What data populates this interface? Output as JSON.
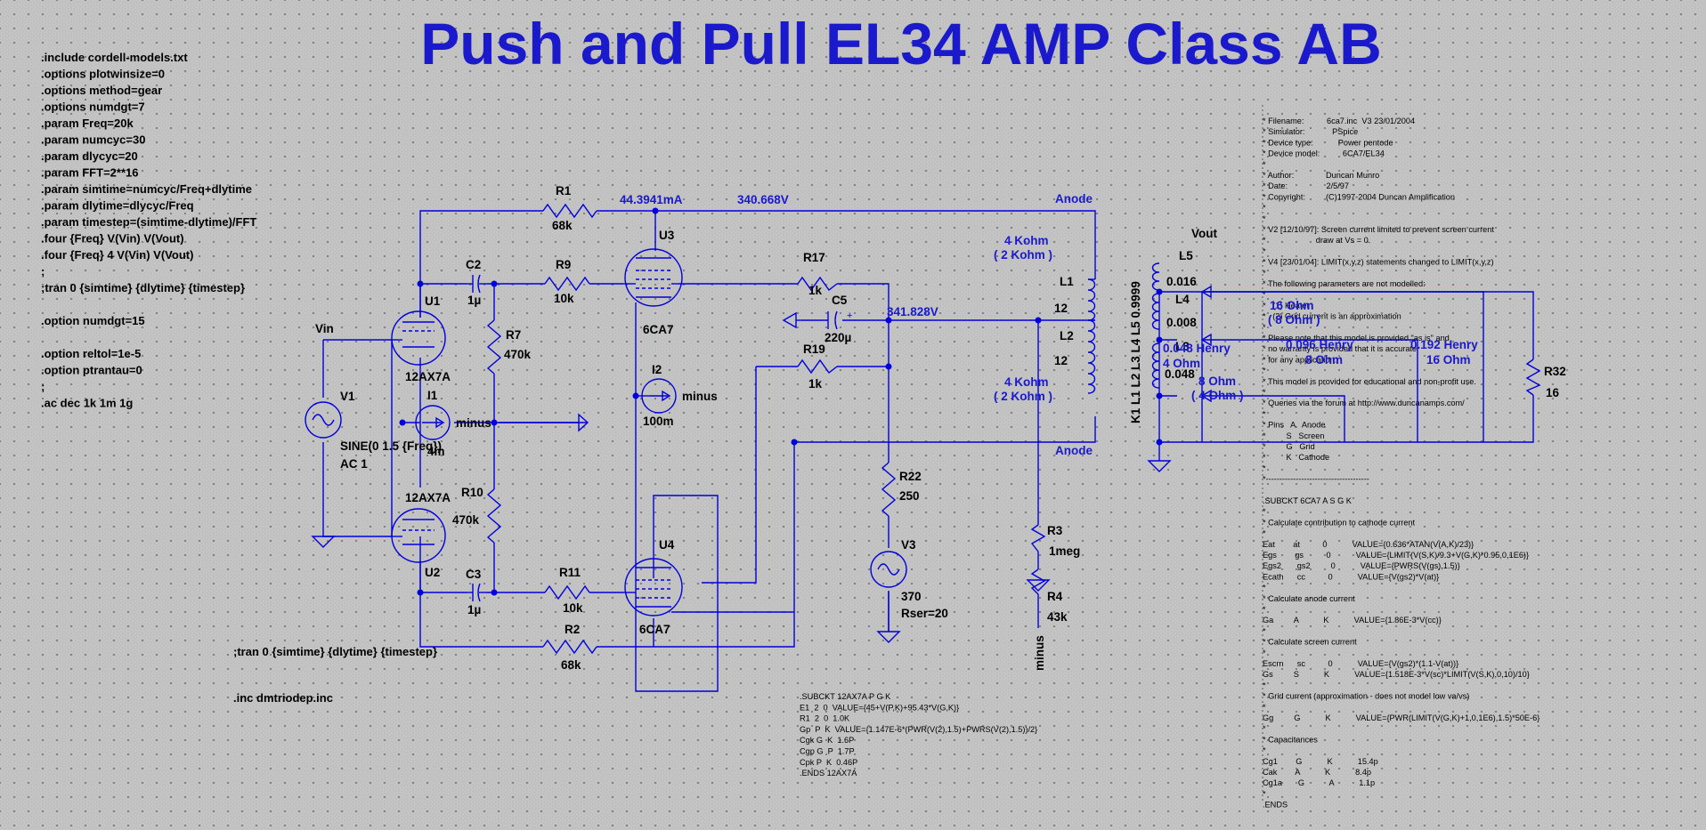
{
  "title": "Push and Pull EL34 AMP Class AB",
  "colors": {
    "background": "#c2c2c2",
    "wire": "#0000dd",
    "title": "#1a1acc",
    "text": "#000000"
  },
  "spice_directives": [
    ".include cordell-models.txt",
    ".options plotwinsize=0",
    ".options method=gear",
    ".options numdgt=7",
    ".param Freq=20k",
    ".param numcyc=30",
    ".param dlycyc=20",
    ".param FFT=2**16",
    ".param simtime=numcyc/Freq+dlytime",
    ".param dlytime=dlycyc/Freq",
    ".param timestep=(simtime-dlytime)/FFT",
    ".four {Freq} V(Vin) V(Vout)",
    ".four {Freq} 4 V(Vin) V(Vout)",
    ";",
    ";tran 0 {simtime} {dlytime} {timestep}",
    "",
    ".option numdgt=15",
    "",
    ".option reltol=1e-5",
    ".option ptrantau=0",
    ";",
    ".ac dec 1k 1m 1g"
  ],
  "directive_tran": ";tran 0 {simtime} {dlytime} {timestep}",
  "directive_inc": ".inc dmtriodep.inc",
  "labels": {
    "vin": "Vin",
    "vout": "Vout",
    "anode_top": "Anode",
    "anode_bottom": "Anode",
    "minus_i1": "minus",
    "minus_i2": "minus",
    "minus_r4": "minus",
    "coupling": "K1 L1 L2 L3 L4 L5 0.9999"
  },
  "net_labels": {
    "current": "44.3941mA",
    "v_anode": "340.668V",
    "v_screen": "341.828V"
  },
  "components": {
    "r1": {
      "name": "R1",
      "value": "68k"
    },
    "r2": {
      "name": "R2",
      "value": "68k"
    },
    "r3": {
      "name": "R3",
      "value": "1meg"
    },
    "r4": {
      "name": "R4",
      "value": "43k"
    },
    "r7": {
      "name": "R7",
      "value": "470k"
    },
    "r9": {
      "name": "R9",
      "value": "10k"
    },
    "r10": {
      "name": "R10",
      "value": "470k"
    },
    "r11": {
      "name": "R11",
      "value": "10k"
    },
    "r17": {
      "name": "R17",
      "value": "1k"
    },
    "r19": {
      "name": "R19",
      "value": "1k"
    },
    "r22": {
      "name": "R22",
      "value": "250"
    },
    "r32": {
      "name": "R32",
      "value": "16"
    },
    "c2": {
      "name": "C2",
      "value": "1µ"
    },
    "c3": {
      "name": "C3",
      "value": "1µ"
    },
    "c5": {
      "name": "C5",
      "value": "220µ"
    },
    "u1": {
      "name": "U1",
      "value": "12AX7A"
    },
    "u2": {
      "name": "U2",
      "value": "12AX7A"
    },
    "u3": {
      "name": "U3",
      "value": "6CA7"
    },
    "u4": {
      "name": "U4",
      "value": "6CA7"
    },
    "v1": {
      "name": "V1",
      "value": "SINE(0 1.5 {Freq})",
      "value2": "AC 1"
    },
    "v3": {
      "name": "V3",
      "value": "370",
      "value2": "Rser=20"
    },
    "i1": {
      "name": "I1",
      "value": "4m"
    },
    "i2": {
      "name": "I2",
      "value": "100m"
    },
    "l1": {
      "name": "L1",
      "value": "12"
    },
    "l2": {
      "name": "L2",
      "value": "12"
    },
    "l3": {
      "name": "L3",
      "value": "0.048"
    },
    "l4": {
      "name": "L4",
      "value": "0.008"
    },
    "l5": {
      "name": "L5",
      "value": "0.016"
    }
  },
  "annotations": {
    "kohm4_top": "4 Kohm",
    "kohm2_top": "( 2 Kohm )",
    "kohm4_bot": "4 Kohm",
    "kohm2_bot": "( 2 Kohm )",
    "ohm16": "16 Ohm",
    "ohm8_paren": "( 8 Ohm )",
    "henry_048": "0.048 Henry",
    "ohm4": "4 Ohm",
    "henry_096": "0.096 Henry",
    "ohm8": "8 Ohm",
    "henry_192": "0.192 Henry",
    "ohm16_b": "16 Ohm",
    "ohm8_c": "8 Ohm",
    "ohm4_paren": "( 4 Ohm )"
  },
  "model_6ca7": [
    "* Filename:          6ca7.inc  V3 23/01/2004",
    "* Simulator:            PSpice",
    "* Device type:           Power pentode",
    "* Device model:          6CA7/EL34",
    "*",
    "* Author:              Duncan Munro",
    "* Date:                 2/5/97",
    "* Copyright:         (C)1997-2004 Duncan Amplification",
    "*",
    "*",
    "* V2 [12/10/97]: Screen current limited to prevent screen current",
    "*                      draw at Vs = 0.",
    "*",
    "* V4 [23/01/04]: LIMIT(x,y,z) statements changed to LIMIT(x,y,z)",
    "*",
    "* The following parameters are not modelled:",
    "*",
    "*   (1) Heater",
    "*   (2) Grid current is an approximation",
    "*",
    "* Please note that this model is provided \"as is\" and",
    "* no warranty is provided that it is accurate",
    "* for any application.",
    "*",
    "* This model is provided for educational and non-profit use.",
    "*",
    "* Queries via the forum at http://www.duncanamps.com/",
    "*",
    "* Pins   A   Anode",
    "*         S   Screen",
    "*         G   Grid",
    "*         K   Cathode",
    "*",
    "*--------------------------------------",
    "",
    ".SUBCKT 6CA7 A S G K",
    "*",
    "* Calculate contribution to cathode current",
    "*",
    "Eat        at          0           VALUE={0.636*ATAN(V(A,K)/23)}",
    "Egs        gs          0           VALUE={LIMIT(V(S,K)/9.3+V(G,K)*0.95,0,1E6)}",
    "Egs2       gs2         0           VALUE={PWRS(V(gs),1.5)}",
    "Ecath      cc          0           VALUE={V(gs2)*V(at)}",
    "*",
    "* Calculate anode current",
    "*",
    "Ga         A           K           VALUE={1.86E-3*V(cc)}",
    "*",
    "* Calculate screen current",
    "*",
    "Escrn      sc          0           VALUE={V(gs2)*(1.1-V(at))}",
    "Gs         S           K           VALUE={1.518E-3*V(sc)*LIMIT(V(S,K),0,10)/10}",
    "*",
    "* Grid current (approximation - does not model low va/vs)",
    "*",
    "Gg         G           K           VALUE={PWR(LIMIT(V(G,K)+1,0,1E6),1.5)*50E-6}",
    "*",
    "* Capacitances",
    "*",
    "Cg1        G           K           15.4p",
    "Cak        A           K           8.4p",
    "Cg1a       G           A           1.1p",
    "*",
    ".ENDS"
  ],
  "model_12ax7": [
    ".SUBCKT 12AX7A P G K",
    "E1  2  0  VALUE={45+V(P,K)+95.43*V(G,K)}",
    "R1  2  0  1.0K",
    "Gp  P  K  VALUE={1.147E-6*(PWR(V(2),1.5)+PWRS(V(2),1.5))/2}",
    "Cgk G  K  1.6P",
    "Cgp G  P  1.7P",
    "Cpk P  K  0.46P",
    ".ENDS 12AX7A"
  ]
}
